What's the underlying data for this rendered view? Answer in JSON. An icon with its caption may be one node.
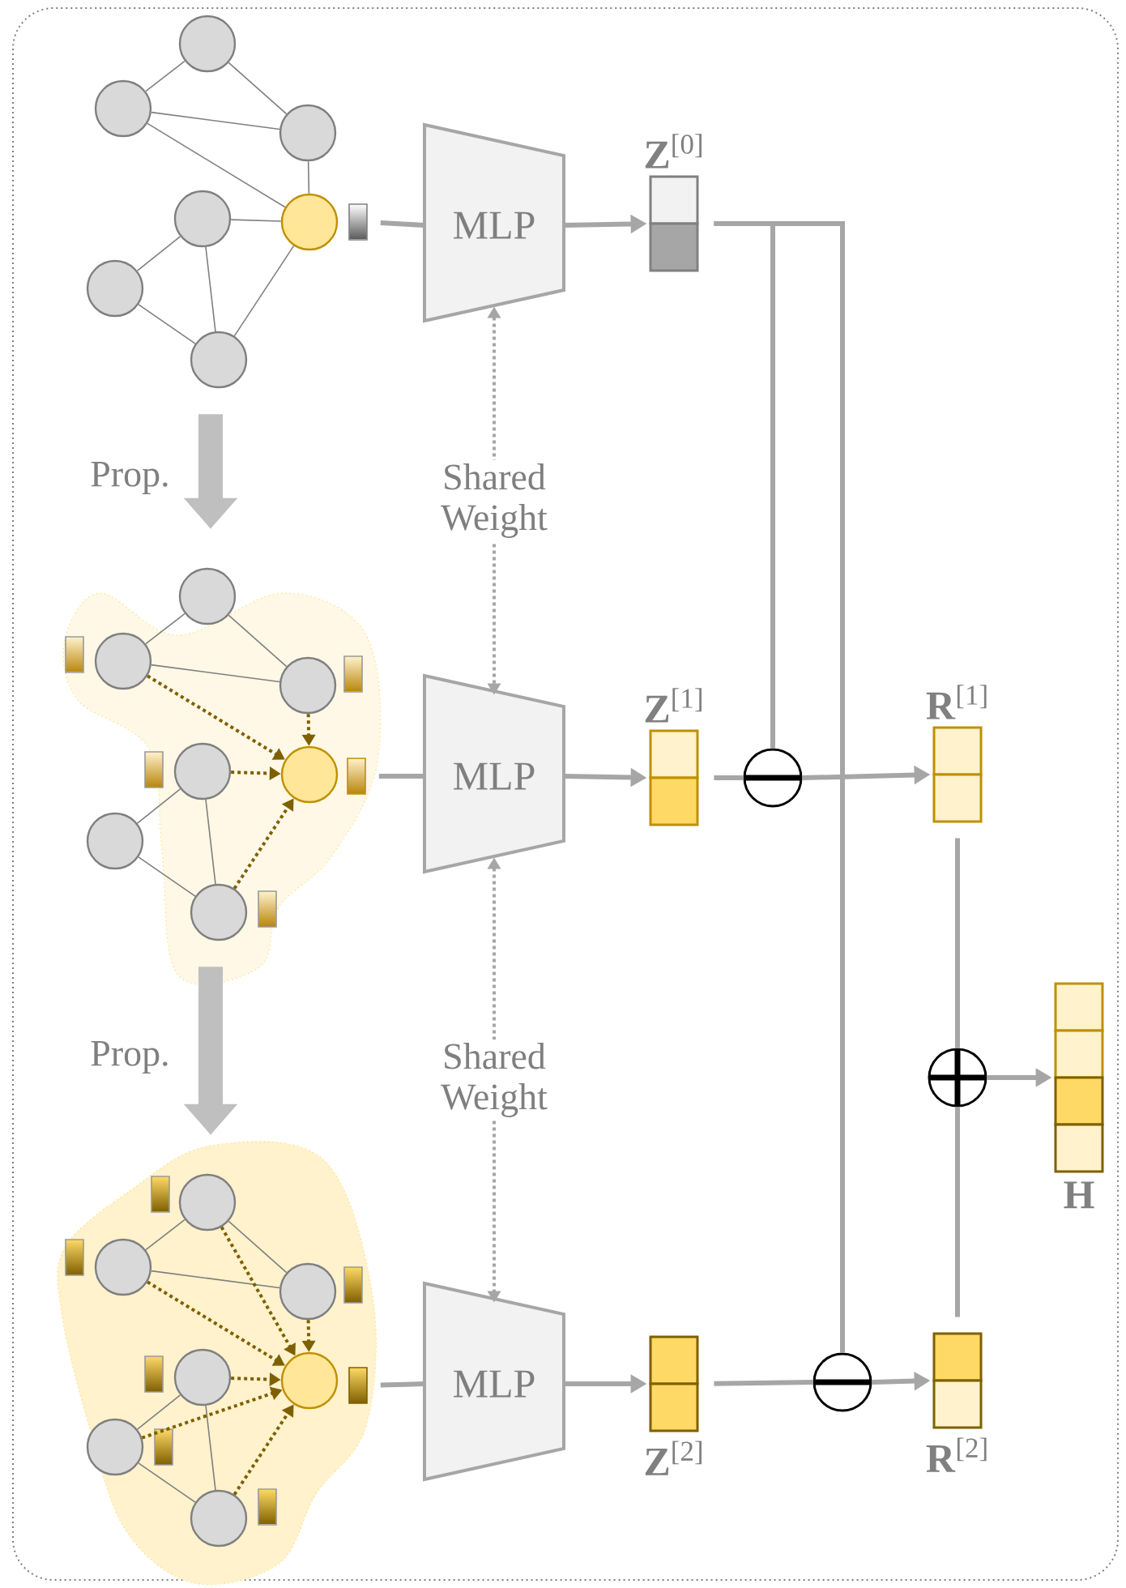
{
  "diagram": {
    "nodes": [
      {
        "text": [],
        "shape": "circle"
      },
      {
        "text": [],
        "shape": "circle"
      },
      {
        "text": [],
        "shape": "circle"
      },
      {
        "text": [],
        "shape": "circle"
      },
      {
        "text": [],
        "shape": "circle"
      },
      {
        "text": [],
        "shape": "circle"
      },
      {
        "text": [],
        "shape": "circle"
      },
      {
        "text": [],
        "shape": "bar"
      },
      {
        "text": [
          "MLP"
        ]
      },
      {
        "text": [
          "**Z**$^{[0]}$"
        ]
      },
      {
        "text": [],
        "shape": "circle"
      },
      {
        "text": [],
        "shape": "circle"
      },
      {
        "text": [],
        "shape": "circle"
      },
      {
        "text": [],
        "shape": "circle"
      },
      {
        "text": [],
        "shape": "circle"
      },
      {
        "text": [],
        "shape": "circle"
      },
      {
        "text": [],
        "shape": "circle"
      },
      {
        "text": [],
        "shape": "bar"
      },
      {
        "text": [
          "MLP"
        ]
      },
      {
        "text": [
          "**Z**$^{[1]}$"
        ]
      },
      {
        "text": [],
        "shape": "circle"
      },
      {
        "text": [
          "**R**$^{[1]}$"
        ]
      },
      {
        "text": [],
        "shape": "circle"
      },
      {
        "text": [
          "**H**"
        ]
      },
      {
        "text": [],
        "shape": "circle"
      },
      {
        "text": [],
        "shape": "circle"
      },
      {
        "text": [],
        "shape": "circle"
      },
      {
        "text": [],
        "shape": "circle"
      },
      {
        "text": [],
        "shape": "circle"
      },
      {
        "text": [],
        "shape": "circle"
      },
      {
        "text": [],
        "shape": "circle"
      },
      {
        "text": [],
        "shape": "bar"
      },
      {
        "text": [
          "MLP"
        ]
      },
      {
        "text": [
          "**Z**$^{[2]}$"
        ]
      },
      {
        "text": [],
        "shape": "circle"
      },
      {
        "text": [
          "**R**$^{[2]}$"
        ]
      },
      {
        "text": [],
        "shape": "bar"
      },
      {
        "text": [],
        "shape": "bar"
      },
      {
        "text": [],
        "shape": "bar"
      },
      {
        "text": [],
        "shape": "bar"
      },
      {
        "text": [],
        "shape": "bar"
      },
      {
        "text": [],
        "shape": "bar"
      },
      {
        "text": [],
        "shape": "bar"
      },
      {
        "text": [],
        "shape": "bar"
      },
      {
        "text": [],
        "shape": "bar"
      },
      {
        "text": [],
        "shape": "bar"
      }
    ],
    "edges": [
      {
        "from": 0,
        "to": 1,
        "arrow": "none"
      },
      {
        "from": 0,
        "to": 2,
        "arrow": "none"
      },
      {
        "from": 1,
        "to": 2,
        "arrow": "none"
      },
      {
        "from": 1,
        "to": 4,
        "arrow": "none"
      },
      {
        "from": 2,
        "to": 4,
        "arrow": "none"
      },
      {
        "from": 3,
        "to": 4,
        "arrow": "none"
      },
      {
        "from": 3,
        "to": 5,
        "arrow": "none"
      },
      {
        "from": 3,
        "to": 6,
        "arrow": "none"
      },
      {
        "from": 5,
        "to": 6,
        "arrow": "none"
      },
      {
        "from": 6,
        "to": 4,
        "arrow": "none"
      },
      {
        "from": 7,
        "to": 8,
        "arrow": "none",
        "color": "#a6a6a6"
      },
      {
        "from": 8,
        "to": 9,
        "arrow": "to",
        "color": "#a6a6a6"
      },
      {
        "from": 9,
        "to": 20,
        "arrow": "none",
        "color": "#a6a6a6"
      },
      {
        "from": 9,
        "to": 34,
        "arrow": "none",
        "color": "#a6a6a6"
      },
      {
        "from": 8,
        "to": 18,
        "arrow": "both",
        "style": "dashed",
        "color": "#a6a6a6",
        "label": "Shared Weight"
      },
      {
        "from": 10,
        "to": 11,
        "arrow": "none"
      },
      {
        "from": 10,
        "to": 12,
        "arrow": "none"
      },
      {
        "from": 11,
        "to": 12,
        "arrow": "none"
      },
      {
        "from": 13,
        "to": 15,
        "arrow": "none"
      },
      {
        "from": 13,
        "to": 16,
        "arrow": "none"
      },
      {
        "from": 15,
        "to": 16,
        "arrow": "none"
      },
      {
        "from": 11,
        "to": 14,
        "arrow": "to",
        "style": "dashed",
        "color": "#7f6000"
      },
      {
        "from": 12,
        "to": 14,
        "arrow": "to",
        "style": "dashed",
        "color": "#7f6000"
      },
      {
        "from": 13,
        "to": 14,
        "arrow": "to",
        "style": "dashed",
        "color": "#7f6000"
      },
      {
        "from": 16,
        "to": 14,
        "arrow": "to",
        "style": "dashed",
        "color": "#7f6000"
      },
      {
        "from": 17,
        "to": 18,
        "arrow": "none",
        "color": "#a6a6a6"
      },
      {
        "from": 18,
        "to": 19,
        "arrow": "to",
        "color": "#a6a6a6"
      },
      {
        "from": 19,
        "to": 20,
        "arrow": "none",
        "color": "#a6a6a6"
      },
      {
        "from": 20,
        "to": 21,
        "arrow": "to",
        "color": "#a6a6a6"
      },
      {
        "from": 21,
        "to": 22,
        "arrow": "none",
        "color": "#a6a6a6"
      },
      {
        "from": 22,
        "to": 23,
        "arrow": "to",
        "color": "#a6a6a6"
      },
      {
        "from": 18,
        "to": 32,
        "arrow": "both",
        "style": "dashed",
        "color": "#a6a6a6",
        "label": "Shared Weight"
      },
      {
        "from": 24,
        "to": 25,
        "arrow": "none"
      },
      {
        "from": 24,
        "to": 26,
        "arrow": "none"
      },
      {
        "from": 25,
        "to": 26,
        "arrow": "none"
      },
      {
        "from": 27,
        "to": 29,
        "arrow": "none"
      },
      {
        "from": 27,
        "to": 30,
        "arrow": "none"
      },
      {
        "from": 29,
        "to": 30,
        "arrow": "none"
      },
      {
        "from": 24,
        "to": 28,
        "arrow": "to",
        "style": "dashed",
        "color": "#7f6000"
      },
      {
        "from": 25,
        "to": 28,
        "arrow": "to",
        "style": "dashed",
        "color": "#7f6000"
      },
      {
        "from": 26,
        "to": 28,
        "arrow": "to",
        "style": "dashed",
        "color": "#7f6000"
      },
      {
        "from": 27,
        "to": 28,
        "arrow": "to",
        "style": "dashed",
        "color": "#7f6000"
      },
      {
        "from": 29,
        "to": 28,
        "arrow": "to",
        "style": "dashed",
        "color": "#7f6000"
      },
      {
        "from": 30,
        "to": 28,
        "arrow": "to",
        "style": "dashed",
        "color": "#7f6000"
      },
      {
        "from": 31,
        "to": 32,
        "arrow": "none",
        "color": "#a6a6a6"
      },
      {
        "from": 32,
        "to": 33,
        "arrow": "to",
        "color": "#a6a6a6"
      },
      {
        "from": 33,
        "to": 34,
        "arrow": "none",
        "color": "#a6a6a6"
      },
      {
        "from": 34,
        "to": 35,
        "arrow": "to",
        "color": "#a6a6a6"
      },
      {
        "from": 35,
        "to": 22,
        "arrow": "none",
        "color": "#a6a6a6"
      },
      {
        "from": 6,
        "to": 10,
        "arrow": "to",
        "style": "thick",
        "color": "#bfbfbf",
        "label": "Prop."
      },
      {
        "from": 16,
        "to": 24,
        "arrow": "to",
        "style": "thick",
        "color": "#bfbfbf",
        "label": "Prop."
      }
    ]
  }
}
